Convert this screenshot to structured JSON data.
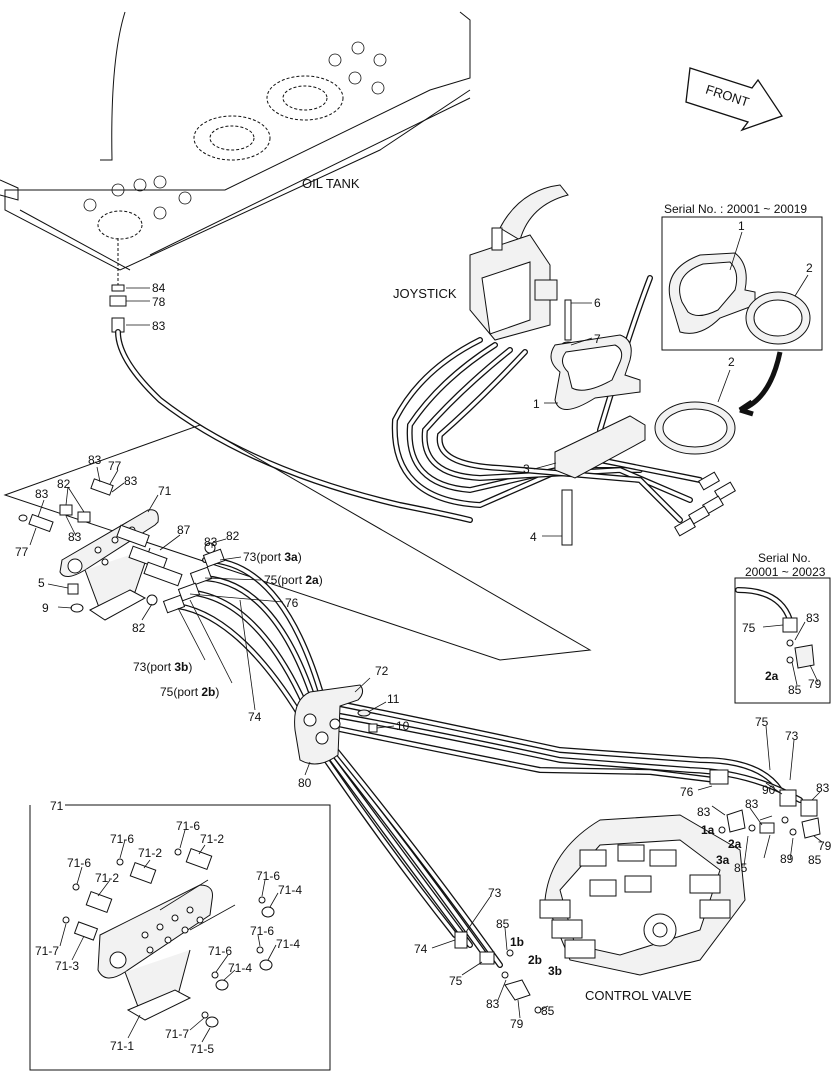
{
  "titles": {
    "oil_tank": "OIL TANK",
    "joystick": "JOYSTICK",
    "control_valve": "CONTROL VALVE",
    "front": "FRONT"
  },
  "insets": {
    "serial_top": "Serial No. : 20001 ~ 20019",
    "serial_right_line1": "Serial No.",
    "serial_right_line2": "20001 ~ 20023",
    "detail_71": "71"
  },
  "callouts": {
    "c84": "84",
    "c78": "78",
    "c83": "83",
    "c6": "6",
    "c7": "7",
    "c1": "1",
    "c2": "2",
    "c3": "3",
    "c4": "4",
    "c1_inset": "1",
    "c2_inset": "2",
    "c5": "5",
    "c9": "9",
    "c87": "87",
    "c82": "82",
    "c71": "71",
    "c77": "77",
    "c73_port3a_num": "73",
    "c73_port3a_text": "(port ",
    "c73_port3a_bold": "3a",
    "c73_port3a_end": ")",
    "c75_port2a_num": "75",
    "c75_port2a_text": "(port ",
    "c75_port2a_bold": "2a",
    "c75_port2a_end": ")",
    "c76": "76",
    "c73_port3b_num": "73",
    "c73_port3b_text": "(port ",
    "c73_port3b_bold": "3b",
    "c73_port3b_end": ")",
    "c75_port2b_num": "75",
    "c75_port2b_text": "(port ",
    "c75_port2b_bold": "2b",
    "c75_port2b_end": ")",
    "c74": "74",
    "c72": "72",
    "c11": "11",
    "c10": "10",
    "c80": "80",
    "c79": "79",
    "c85": "85",
    "c89": "89",
    "c90": "90",
    "p1a": "1a",
    "p1b": "1b",
    "p2a": "2a",
    "p2b": "2b",
    "p3a": "3a",
    "p3b": "3b",
    "d71_6": "71-6",
    "d71_2": "71-2",
    "d71_4": "71-4",
    "d71_7": "71-7",
    "d71_3": "71-3",
    "d71_1": "71-1",
    "d71_5": "71-5"
  },
  "colors": {
    "line": "#111111",
    "background": "#ffffff",
    "arrow_fill": "#ffffff"
  }
}
